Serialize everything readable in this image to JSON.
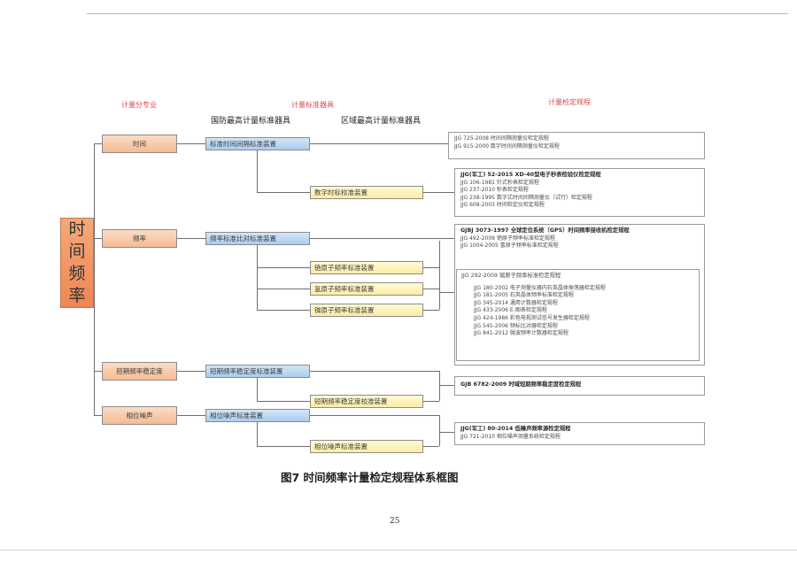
{
  "headers": {
    "col1": "计量分专业",
    "col2": "计量标准器具",
    "col3": "计量检定规程",
    "col2a": "国防最高计量标准器具",
    "col2b": "区域最高计量标准器具"
  },
  "main_node": "时间频率",
  "categories": [
    "时间",
    "频率",
    "短期频率稳定度",
    "相位噪声"
  ],
  "blue_nodes": [
    "标准时间间隔标准装置",
    "频率标准比对标准装置",
    "短期频率稳定度标准装置",
    "相位噪声标准装置"
  ],
  "yellow_nodes": [
    "数字时标校准装置",
    "铯原子频率标准装置",
    "氢原子频率标准装置",
    "铷原子频率标准装置",
    "短期频率稳定度校准装置",
    "相位噪声标准装置"
  ],
  "regulations": {
    "r1": [
      "JJG 725-2008 时间间隔测量仪检定规程",
      "JJG 915-2000 数字时间间隔测量仪检定规程"
    ],
    "r2_bold": "JJG(军工) 52-2015 XD-40型电子秒表检验仪检定规程",
    "r2": [
      "JJG 106-1981 针式秒表检定规程",
      "JJG 237-2010 秒表检定规程",
      "JJG 238-1995 数字式时间间隔测量仪（试行）检定规程",
      "JJG 608-2003 时间检定仪检定规程"
    ],
    "r3_bold": "GJBJ 3073-1997 全球定位系统（GPS）时间频率接收机检定规程",
    "r3": [
      "JJG 492-2009 铯原子频率标准检定规程",
      "JJG 1004-2005 氢原子频率标准检定规程"
    ],
    "r4_title": "JJG 292-2009 铷原子频率标准检定规程",
    "r4": [
      "JJG 180-2002 电子测量仪器内石英晶体振荡器检定规程",
      "JJG 181-2005 石英晶体频率标准检定规程",
      "JJG 345-2014 通用计数器检定规程",
      "JJG 433-2006 E-图表检定规程",
      "JJG 424-1986 彩色电视测试信号发生器检定规程",
      "JJG 545-2006 频标比对器检定规程",
      "JJG 841-2012 微波频率计数器检定规程"
    ],
    "r5_bold": "GJB 6782-2009 时域短期频率稳定度检定规程",
    "r6_bold": "JJG(军工) 80-2014 低噪声频率源检定规程",
    "r6": [
      "JJG 721-2010 相位噪声测量系统检定规程"
    ]
  },
  "caption": "图7    时间频率计量检定规程体系框图",
  "page_number": "25"
}
